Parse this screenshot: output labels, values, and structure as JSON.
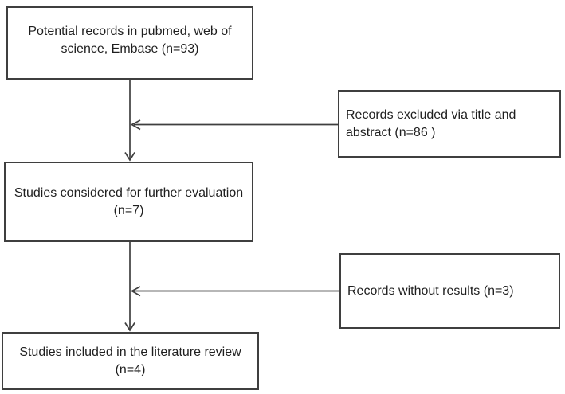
{
  "diagram_type": "study-selection-flowchart",
  "colors": {
    "line": "#3f3f3f",
    "text": "#1f1f1f",
    "background": "#ffffff"
  },
  "flowchart": {
    "boxes": {
      "potential_records": {
        "line1": "Potential records in pubmed, web of",
        "line2": "science, Embase (n=93)"
      },
      "excluded_title_abstract": {
        "line1": "Records excluded via title and",
        "line2": "abstract (n=86 )"
      },
      "considered_evaluation": {
        "line1": "Studies considered for further evaluation",
        "line2": "(n=7)"
      },
      "without_results": {
        "line1": "Records without results (n=3)"
      },
      "included_review": {
        "line1": "Studies included in the literature review",
        "line2": "(n=4)"
      }
    }
  }
}
